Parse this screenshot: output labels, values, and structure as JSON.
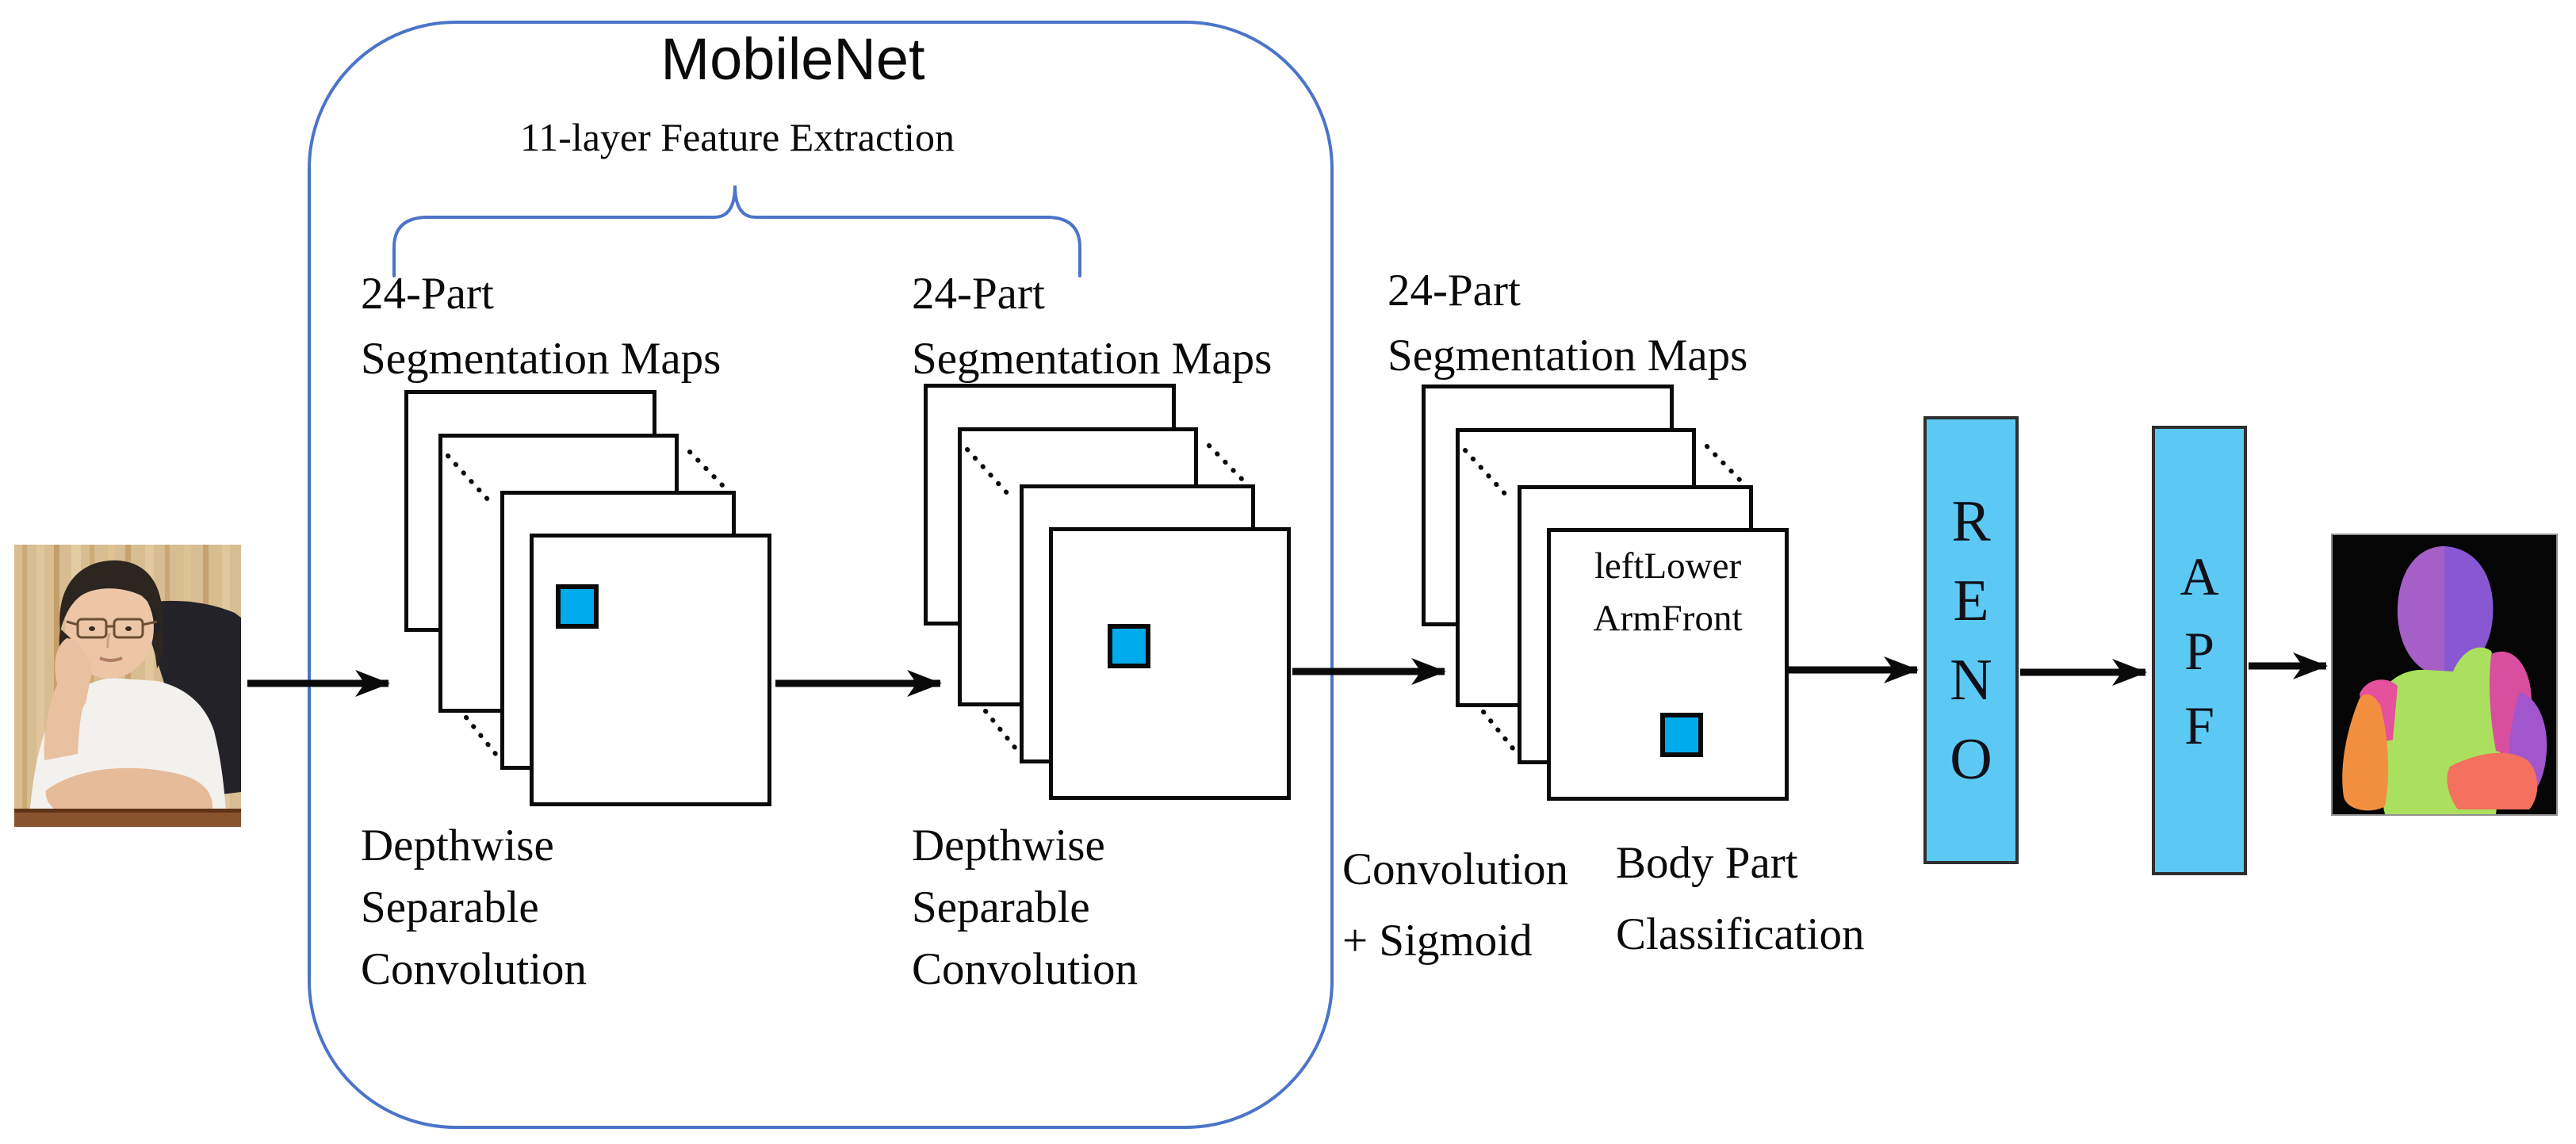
{
  "mobilenet_block": {
    "title": "MobileNet",
    "subtitle": "11-layer Feature Extraction"
  },
  "stacks": [
    {
      "label": {
        "line1": "24-Part",
        "line2": "Segmentation Maps"
      }
    },
    {
      "label": {
        "line1": "24-Part",
        "line2": "Segmentation Maps"
      }
    },
    {
      "label": {
        "line1": "24-Part",
        "line2": "Segmentation Maps"
      },
      "front_map_text": {
        "line1": "leftLower",
        "line2": "ArmFront"
      }
    }
  ],
  "captions": {
    "depthwise1": {
      "line1": "Depthwise",
      "line2": "Separable",
      "line3": "Convolution"
    },
    "depthwise2": {
      "line1": "Depthwise",
      "line2": "Separable",
      "line3": "Convolution"
    },
    "conv_sigmoid": {
      "line1": "Convolution",
      "line2": "+ Sigmoid"
    },
    "body_part": {
      "line1": "Body Part",
      "line2": "Classification"
    }
  },
  "modules": [
    {
      "name": "RENO",
      "letters": [
        "R",
        "E",
        "N",
        "O"
      ]
    },
    {
      "name": "APF",
      "letters": [
        "A",
        "P",
        "F"
      ]
    }
  ],
  "colors": {
    "outline_blue": "#4b74c9",
    "arrow_black": "#0a0a0a",
    "map_border_black": "#0a0a0a",
    "pixel_square_cyan": "#00abeb",
    "module_fill": "#5cc9f4",
    "module_border": "#2f2f2f",
    "segmentation_palette": {
      "background": "#050505",
      "head_left": "#a55fc6",
      "head_right": "#8857d2",
      "torso": "#abe05e",
      "left_shoulder": "#e5519c",
      "left_arm": "#f28f3f",
      "right_upper_arm": "#d94f9f",
      "right_forearm": "#a156cd",
      "right_hand": "#f4705f"
    }
  }
}
